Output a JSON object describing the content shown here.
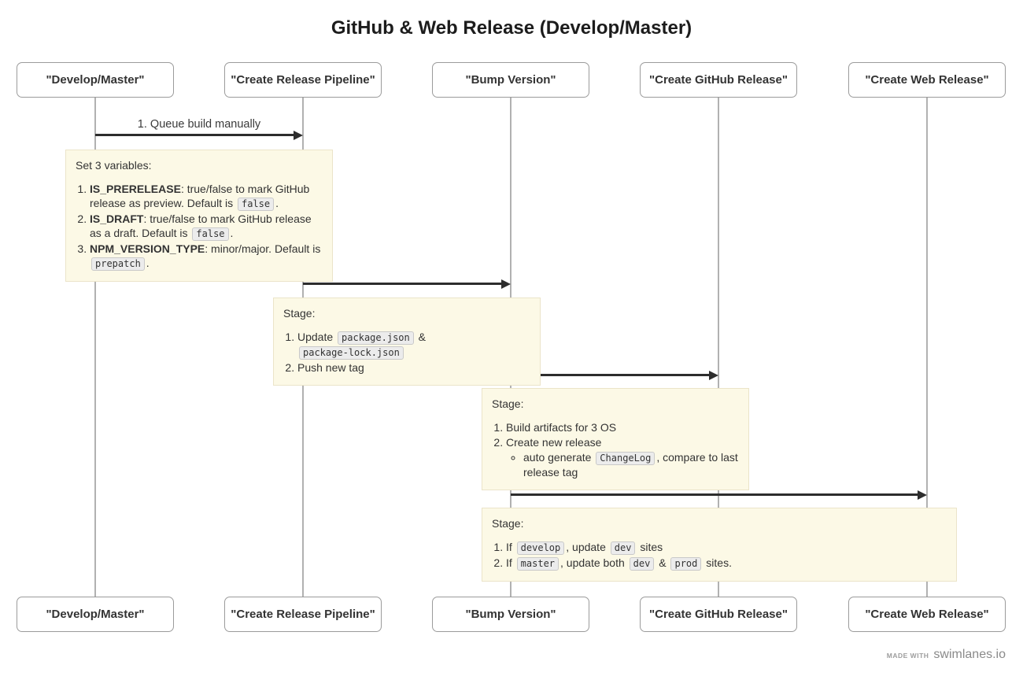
{
  "title": "GitHub & Web Release (Develop/Master)",
  "actors": [
    {
      "label": "\"Develop/Master\""
    },
    {
      "label": "\"Create Release Pipeline\""
    },
    {
      "label": "\"Bump Version\""
    },
    {
      "label": "\"Create GitHub Release\""
    },
    {
      "label": "\"Create Web Release\""
    }
  ],
  "arrows": [
    {
      "label": "1. Queue build manually",
      "from": "\"Develop/Master\"",
      "to": "\"Create Release Pipeline\""
    },
    {
      "label": "",
      "from": "\"Create Release Pipeline\"",
      "to": "\"Bump Version\""
    },
    {
      "label": "",
      "from": "\"Bump Version\"",
      "to": "\"Create GitHub Release\""
    },
    {
      "label": "",
      "from": "\"Bump Version\"",
      "to": "\"Create Web Release\""
    }
  ],
  "notes": [
    {
      "intro": "Set 3 variables:",
      "items": [
        {
          "segments": [
            {
              "kind": "bold",
              "text": "IS_PRERELEASE"
            },
            {
              "kind": "plain",
              "text": ": true/false to mark GitHub release as preview. Default is "
            },
            {
              "kind": "code",
              "text": "false"
            },
            {
              "kind": "plain",
              "text": "."
            }
          ]
        },
        {
          "segments": [
            {
              "kind": "bold",
              "text": "IS_DRAFT"
            },
            {
              "kind": "plain",
              "text": ": true/false to mark GitHub release as a draft. Default is "
            },
            {
              "kind": "code",
              "text": "false"
            },
            {
              "kind": "plain",
              "text": "."
            }
          ]
        },
        {
          "segments": [
            {
              "kind": "bold",
              "text": "NPM_VERSION_TYPE"
            },
            {
              "kind": "plain",
              "text": ": minor/major. Default is "
            },
            {
              "kind": "code",
              "text": "prepatch"
            },
            {
              "kind": "plain",
              "text": "."
            }
          ]
        }
      ]
    },
    {
      "intro": "Stage:",
      "items": [
        {
          "segments": [
            {
              "kind": "plain",
              "text": "Update "
            },
            {
              "kind": "code",
              "text": "package.json"
            },
            {
              "kind": "plain",
              "text": " & "
            },
            {
              "kind": "code",
              "text": "package-lock.json"
            }
          ]
        },
        {
          "segments": [
            {
              "kind": "plain",
              "text": "Push new tag"
            }
          ]
        }
      ]
    },
    {
      "intro": "Stage:",
      "items": [
        {
          "segments": [
            {
              "kind": "plain",
              "text": "Build artifacts for 3 OS"
            }
          ]
        },
        {
          "segments": [
            {
              "kind": "plain",
              "text": "Create new release"
            }
          ],
          "subitems": [
            {
              "segments": [
                {
                  "kind": "plain",
                  "text": "auto generate "
                },
                {
                  "kind": "code",
                  "text": "ChangeLog"
                },
                {
                  "kind": "plain",
                  "text": ", compare to last release tag"
                }
              ]
            }
          ]
        }
      ]
    },
    {
      "intro": "Stage:",
      "items": [
        {
          "segments": [
            {
              "kind": "plain",
              "text": "If "
            },
            {
              "kind": "code",
              "text": "develop"
            },
            {
              "kind": "plain",
              "text": ", update "
            },
            {
              "kind": "code",
              "text": "dev"
            },
            {
              "kind": "plain",
              "text": " sites"
            }
          ]
        },
        {
          "segments": [
            {
              "kind": "plain",
              "text": "If "
            },
            {
              "kind": "code",
              "text": "master"
            },
            {
              "kind": "plain",
              "text": ", update both "
            },
            {
              "kind": "code",
              "text": "dev"
            },
            {
              "kind": "plain",
              "text": " & "
            },
            {
              "kind": "code",
              "text": "prod"
            },
            {
              "kind": "plain",
              "text": " sites."
            }
          ]
        }
      ]
    }
  ],
  "footer": {
    "made_with": "MADE WITH",
    "brand": "swimlanes.io"
  },
  "colors": {
    "note_bg": "#fcf9e6",
    "note_border": "#ebe4c9",
    "code_bg": "#ececec",
    "code_border": "#c9c9c9",
    "lifeline_gray": "#b1b1b1",
    "arrow_black": "#2d2d2d",
    "box_border": "#9b9b9b",
    "text": "#333333"
  }
}
